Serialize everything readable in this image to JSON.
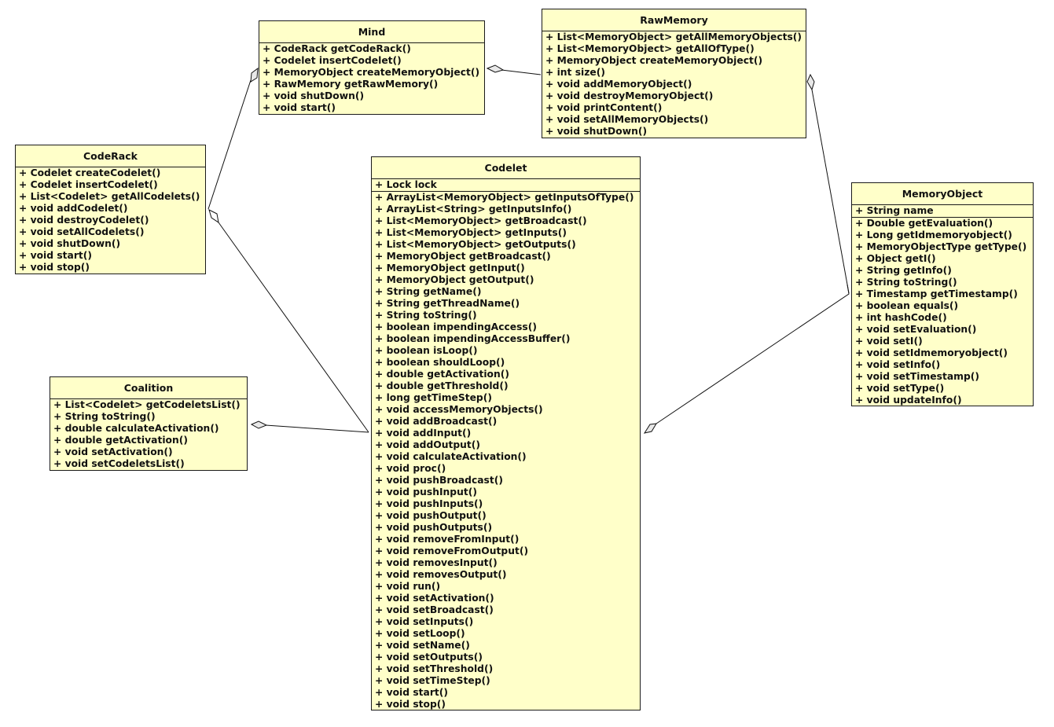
{
  "diagram": {
    "type": "uml-class-diagram",
    "colors": {
      "box_fill": "#ffffc9",
      "border": "#1a1a1a",
      "diamond_fill": "#e8e8e8",
      "line": "#111111"
    }
  },
  "classes": {
    "mind": {
      "name": "Mind",
      "attributes": [],
      "methods": [
        "+ CodeRack getCodeRack()",
        "+ Codelet insertCodelet()",
        "+ MemoryObject createMemoryObject()",
        "+ RawMemory getRawMemory()",
        "+ void shutDown()",
        "+ void start()"
      ]
    },
    "rawmemory": {
      "name": "RawMemory",
      "attributes": [],
      "methods": [
        "+ List<MemoryObject> getAllMemoryObjects()",
        "+ List<MemoryObject> getAllOfType()",
        "+ MemoryObject createMemoryObject()",
        "+ int size()",
        "+ void addMemoryObject()",
        "+ void destroyMemoryObject()",
        "+ void printContent()",
        "+ void setAllMemoryObjects()",
        "+ void shutDown()"
      ]
    },
    "coderack": {
      "name": "CodeRack",
      "attributes": [],
      "methods": [
        "+ Codelet createCodelet()",
        "+ Codelet insertCodelet()",
        "+ List<Codelet> getAllCodelets()",
        "+ void addCodelet()",
        "+ void destroyCodelet()",
        "+ void setAllCodelets()",
        "+ void shutDown()",
        "+ void start()",
        "+ void stop()"
      ]
    },
    "coalition": {
      "name": "Coalition",
      "attributes": [],
      "methods": [
        "+ List<Codelet> getCodeletsList()",
        "+ String toString()",
        "+ double calculateActivation()",
        "+ double getActivation()",
        "+ void setActivation()",
        "+ void setCodeletsList()"
      ]
    },
    "codelet": {
      "name": "Codelet",
      "attributes": [
        "+ Lock lock"
      ],
      "methods": [
        "+ ArrayList<MemoryObject> getInputsOfType()",
        "+ ArrayList<String> getInputsInfo()",
        "+ List<MemoryObject> getBroadcast()",
        "+ List<MemoryObject> getInputs()",
        "+ List<MemoryObject> getOutputs()",
        "+ MemoryObject getBroadcast()",
        "+ MemoryObject getInput()",
        "+ MemoryObject getOutput()",
        "+ String getName()",
        "+ String getThreadName()",
        "+ String toString()",
        "+ boolean impendingAccess()",
        "+ boolean impendingAccessBuffer()",
        "+ boolean isLoop()",
        "+ boolean shouldLoop()",
        "+ double getActivation()",
        "+ double getThreshold()",
        "+ long getTimeStep()",
        "+ void accessMemoryObjects()",
        "+ void addBroadcast()",
        "+ void addInput()",
        "+ void addOutput()",
        "+ void calculateActivation()",
        "+ void proc()",
        "+ void pushBroadcast()",
        "+ void pushInput()",
        "+ void pushInputs()",
        "+ void pushOutput()",
        "+ void pushOutputs()",
        "+ void removeFromInput()",
        "+ void removeFromOutput()",
        "+ void removesInput()",
        "+ void removesOutput()",
        "+ void run()",
        "+ void setActivation()",
        "+ void setBroadcast()",
        "+ void setInputs()",
        "+ void setLoop()",
        "+ void setName()",
        "+ void setOutputs()",
        "+ void setThreshold()",
        "+ void setTimeStep()",
        "+ void start()",
        "+ void stop()"
      ]
    },
    "memoryobject": {
      "name": "MemoryObject",
      "attributes": [
        "+ String name"
      ],
      "methods": [
        "+ Double getEvaluation()",
        "+ Long getIdmemoryobject()",
        "+ MemoryObjectType getType()",
        "+ Object getI()",
        "+ String getInfo()",
        "+ String toString()",
        "+ Timestamp getTimestamp()",
        "+ boolean equals()",
        "+ int hashCode()",
        "+ void setEvaluation()",
        "+ void setI()",
        "+ void setIdmemoryobject()",
        "+ void setInfo()",
        "+ void setTimestamp()",
        "+ void setType()",
        "+ void updateInfo()"
      ]
    }
  },
  "relationships": [
    {
      "kind": "aggregation",
      "whole": "Mind",
      "part": "CodeRack"
    },
    {
      "kind": "aggregation",
      "whole": "Mind",
      "part": "RawMemory"
    },
    {
      "kind": "aggregation",
      "whole": "CodeRack",
      "part": "Codelet"
    },
    {
      "kind": "aggregation",
      "whole": "Coalition",
      "part": "Codelet"
    },
    {
      "kind": "aggregation",
      "whole": "RawMemory",
      "part": "MemoryObject"
    },
    {
      "kind": "aggregation",
      "whole": "Codelet",
      "part": "MemoryObject"
    }
  ]
}
